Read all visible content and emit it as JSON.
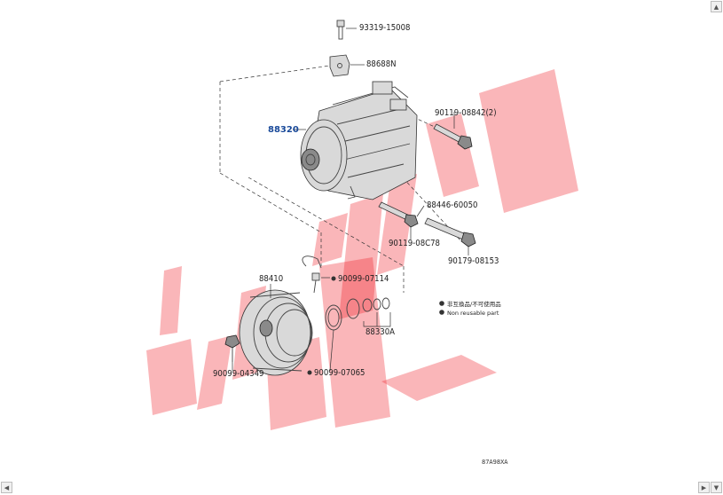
{
  "diagram": {
    "parts": [
      {
        "id": "93319-15008",
        "label": "93319-15008"
      },
      {
        "id": "88688N",
        "label": "88688N"
      },
      {
        "id": "88320",
        "label": "88320",
        "highlighted": true
      },
      {
        "id": "90119-08842",
        "label": "90119-08842(2)"
      },
      {
        "id": "88446-60050",
        "label": "88446-60050"
      },
      {
        "id": "90119-08C78",
        "label": "90119-08C78"
      },
      {
        "id": "90179-08153",
        "label": "90179-08153"
      },
      {
        "id": "88410",
        "label": "88410"
      },
      {
        "id": "90099-07114",
        "label": "90099-07114"
      },
      {
        "id": "88330A",
        "label": "88330A"
      },
      {
        "id": "90099-04349",
        "label": "90099-04349"
      },
      {
        "id": "90099-07065",
        "label": "90099-07065"
      }
    ],
    "legend": [
      {
        "text": "非互換品/不可使用品"
      },
      {
        "text": "Non reusable part"
      }
    ],
    "code": "87A98XA",
    "highlight_color": "#1a4a9a",
    "watermark_color": "#ee1b24"
  },
  "scrollbar": {
    "up_icon": "▲",
    "down_icon": "▼",
    "left_icon": "◀",
    "right_icon": "▶"
  }
}
